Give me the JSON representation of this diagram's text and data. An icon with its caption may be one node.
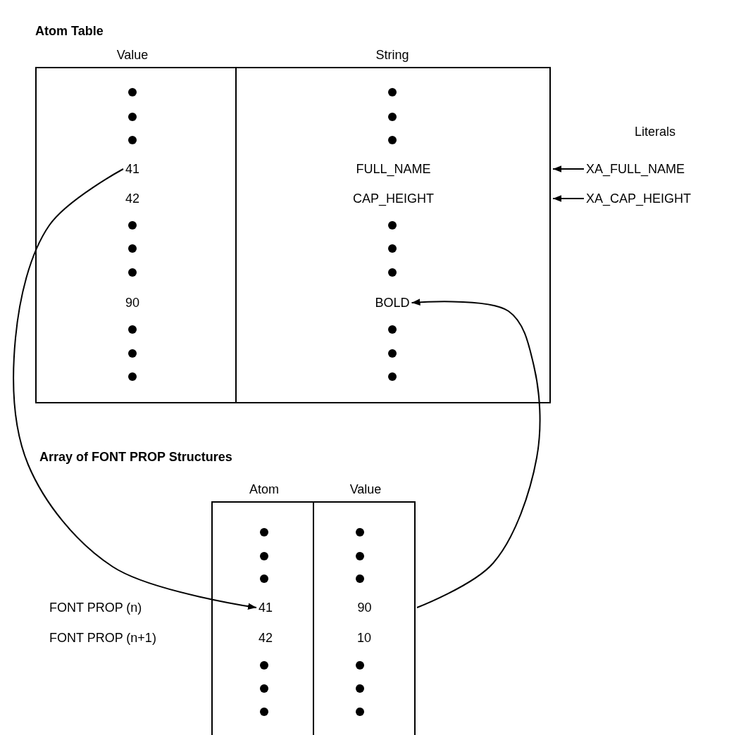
{
  "diagram": {
    "nodes": [
      {
        "text": [
          "Atom Table",
          "Value",
          "String"
        ]
      },
      {
        "text": [
          "41"
        ],
        "in": 0
      },
      {
        "text": [
          "FULL_NAME"
        ],
        "in": 0
      },
      {
        "text": [
          "CAP_HEIGHT"
        ],
        "in": 0
      },
      {
        "text": [
          "BOLD"
        ],
        "in": 0
      },
      {
        "text": [
          "XA_FULL_NAME"
        ]
      },
      {
        "text": [
          "XA_CAP_HEIGHT"
        ]
      },
      {
        "text": [
          "Array of FONT PROP Structures",
          "Atom",
          "Value"
        ]
      },
      {
        "text": [
          "41"
        ],
        "in": 7
      },
      {
        "text": [
          "90"
        ],
        "in": 7
      }
    ],
    "edges": [
      {
        "from": 5,
        "to": 0,
        "arrow": "to"
      },
      {
        "from": 6,
        "to": 0,
        "arrow": "to"
      },
      {
        "from": 1,
        "to": 8,
        "arrow": "to"
      },
      {
        "from": 9,
        "to": 4,
        "arrow": "to"
      }
    ],
    "labels": [
      "Literals",
      "42",
      "90",
      "FONT PROP (n)",
      "FONT PROP (n+1)",
      "42",
      "10"
    ]
  }
}
